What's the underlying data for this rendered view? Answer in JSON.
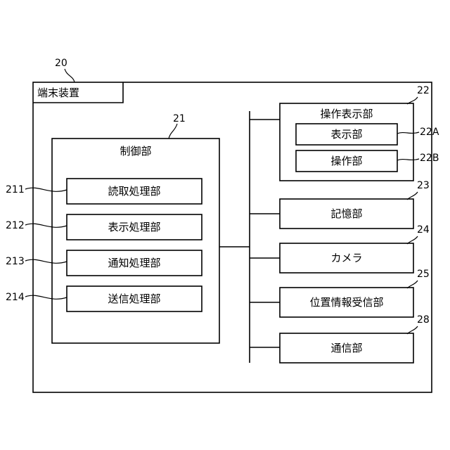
{
  "device": {
    "ref": "20",
    "title": "端末装置"
  },
  "control": {
    "ref": "21",
    "title": "制御部",
    "units": [
      {
        "ref": "211",
        "label": "読取処理部"
      },
      {
        "ref": "212",
        "label": "表示処理部"
      },
      {
        "ref": "213",
        "label": "通知処理部"
      },
      {
        "ref": "214",
        "label": "送信処理部"
      }
    ]
  },
  "op_display": {
    "ref": "22",
    "title": "操作表示部",
    "display": {
      "ref": "22A",
      "label": "表示部"
    },
    "operation": {
      "ref": "22B",
      "label": "操作部"
    }
  },
  "peripherals": [
    {
      "ref": "23",
      "label": "記憶部"
    },
    {
      "ref": "24",
      "label": "カメラ"
    },
    {
      "ref": "25",
      "label": "位置情報受信部"
    },
    {
      "ref": "28",
      "label": "通信部"
    }
  ]
}
